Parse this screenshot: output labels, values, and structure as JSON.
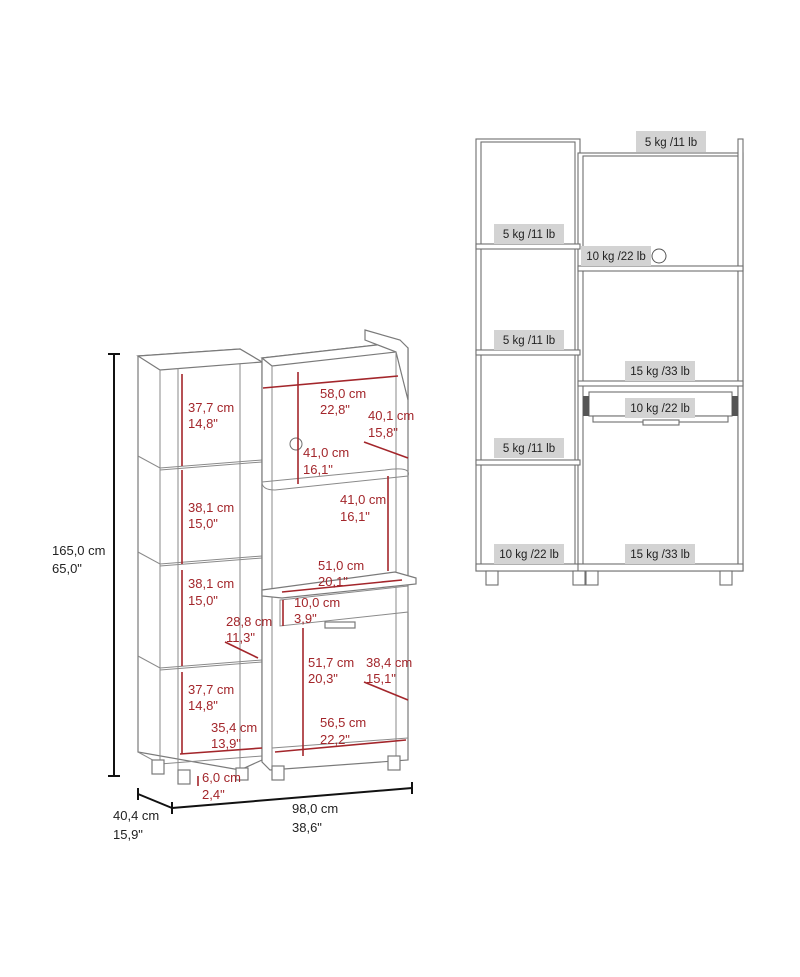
{
  "diagram": {
    "type": "furniture-dimension-and-weight-capacity-diagram",
    "colors": {
      "dimension_red": "#a3262b",
      "outline_gray": "#7a7a7a",
      "weight_label_bg": "#d3d3d3",
      "overall_dimension_black": "#111111"
    },
    "overall": {
      "height": {
        "cm": "165,0 cm",
        "in": "65,0\""
      },
      "width": {
        "cm": "98,0 cm",
        "in": "38,6\""
      },
      "depth": {
        "cm": "40,4 cm",
        "in": "15,9\""
      }
    },
    "left_view_dimensions": [
      {
        "id": "tower-shelf-1-height",
        "cm": "37,7 cm",
        "in": "14,8\""
      },
      {
        "id": "tower-shelf-2-height",
        "cm": "38,1 cm",
        "in": "15,0\""
      },
      {
        "id": "tower-shelf-3-height",
        "cm": "38,1 cm",
        "in": "15,0\""
      },
      {
        "id": "tower-shelf-depth",
        "cm": "28,8 cm",
        "in": "11,3\""
      },
      {
        "id": "tower-shelf-4-height",
        "cm": "37,7 cm",
        "in": "14,8\""
      },
      {
        "id": "tower-inner-width",
        "cm": "35,4 cm",
        "in": "13,9\""
      },
      {
        "id": "leg-height",
        "cm": "6,0 cm",
        "in": "2,4\""
      },
      {
        "id": "top-opening-width",
        "cm": "58,0 cm",
        "in": "22,8\""
      },
      {
        "id": "top-shelf-depth",
        "cm": "40,1 cm",
        "in": "15,8\""
      },
      {
        "id": "upper-opening-height",
        "cm": "41,0 cm",
        "in": "16,1\""
      },
      {
        "id": "microwave-opening-height",
        "cm": "41,0 cm",
        "in": "16,1\""
      },
      {
        "id": "countertop-width",
        "cm": "51,0 cm",
        "in": "20,1\""
      },
      {
        "id": "drawer-height",
        "cm": "10,0 cm",
        "in": "3,9\""
      },
      {
        "id": "cabinet-height",
        "cm": "51,7 cm",
        "in": "20,3\""
      },
      {
        "id": "cabinet-depth",
        "cm": "38,4 cm",
        "in": "15,1\""
      },
      {
        "id": "cabinet-inner-width",
        "cm": "56,5 cm",
        "in": "22,2\""
      }
    ],
    "right_view_weight_capacities": [
      {
        "id": "top-shelf",
        "label": "5 kg /11 lb"
      },
      {
        "id": "tower-shelf-1",
        "label": "5 kg /11 lb"
      },
      {
        "id": "upper-shelf",
        "label": "10 kg /22 lb"
      },
      {
        "id": "tower-shelf-2",
        "label": "5 kg /11 lb"
      },
      {
        "id": "countertop",
        "label": "15 kg /33 lb"
      },
      {
        "id": "drawer",
        "label": "10 kg /22 lb"
      },
      {
        "id": "tower-shelf-3",
        "label": "5 kg /11 lb"
      },
      {
        "id": "tower-bottom",
        "label": "10 kg /22 lb"
      },
      {
        "id": "cabinet-bottom",
        "label": "15 kg /33 lb"
      }
    ]
  }
}
